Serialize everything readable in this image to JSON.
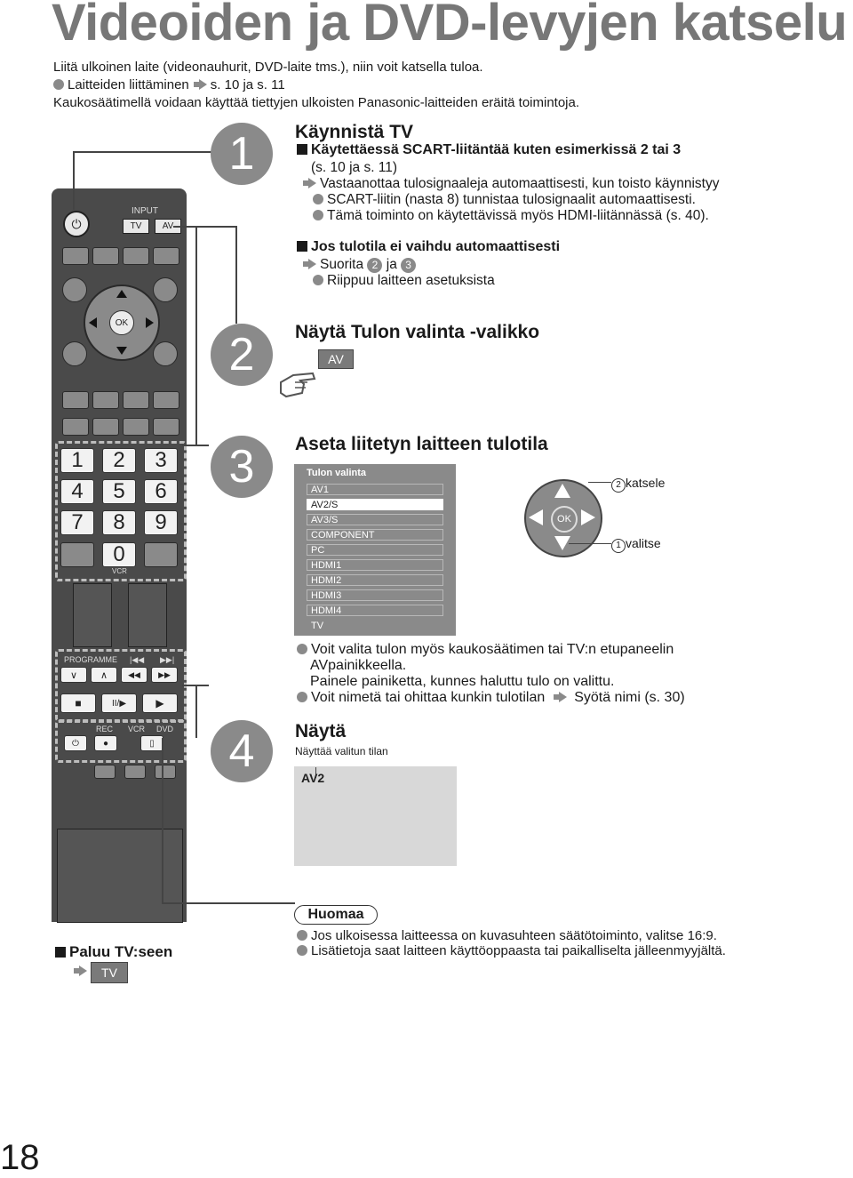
{
  "title": "Videoiden ja DVD-levyjen katselu",
  "intro": {
    "line1": "Liitä ulkoinen laite (videonauhurit, DVD-laite tms.), niin voit katsella tuloa.",
    "line2_prefix": "Laitteiden liittäminen",
    "line2_suffix": "s. 10 ja s. 11",
    "line3": "Kaukosäätimellä voidaan käyttää tiettyjen ulkoisten Panasonic-laitteiden eräitä toimintoja."
  },
  "steps": [
    {
      "number": "1",
      "heading": "Käynnistä TV",
      "sub1_line1": "Käytettäessä SCART-liitäntää kuten esimerkissä 2 tai 3",
      "sub1_line2": "(s. 10 ja s. 11)",
      "sub1_arrow_text": "Vastaanottaa tulosignaaleja automaattisesti, kun toisto käynnistyy",
      "sub1_bullet1": "SCART-liitin (nasta 8) tunnistaa tulosignaalit automaattisesti.",
      "sub1_bullet2": "Tämä toiminto on käytettävissä myös HDMI-liitännässä (s. 40).",
      "sub2_heading": "Jos tulotila ei vaihdu automaattisesti",
      "sub2_arrow_prefix": "Suorita",
      "sub2_circle_a": "2",
      "sub2_mid": "ja",
      "sub2_circle_b": "3",
      "sub2_bullet": "Riippuu laitteen asetuksista"
    },
    {
      "number": "2",
      "heading": "Näytä Tulon valinta -valikko",
      "key": "AV"
    },
    {
      "number": "3",
      "heading": "Aseta liitetyn laitteen tulotila",
      "watch_num": "2",
      "watch": "katsele",
      "select_num": "1",
      "select": "valitse",
      "note1_line1": "Voit valita tulon myös kaukosäätimen tai TV:n etupaneelin",
      "note1_line2": "AVpainikkeella.",
      "note1_line3": "Painele painiketta, kunnes haluttu tulo on valittu.",
      "note2_prefix": "Voit nimetä tai ohittaa kunkin tulotilan",
      "note2_suffix": "Syötä nimi (s. 30)"
    },
    {
      "number": "4",
      "heading": "Näytä",
      "caption": "Näyttää valitun tilan",
      "screen_label": "AV2"
    }
  ],
  "input_menu": {
    "title": "Tulon valinta",
    "items": [
      "AV1",
      "AV2/S",
      "AV3/S",
      "COMPONENT",
      "PC",
      "HDMI1",
      "HDMI2",
      "HDMI3",
      "HDMI4",
      "TV"
    ],
    "selected_index": 1
  },
  "remote": {
    "input_label": "INPUT",
    "tv": "TV",
    "av": "AV",
    "ok": "OK",
    "numbers": [
      "1",
      "2",
      "3",
      "4",
      "5",
      "6",
      "7",
      "8",
      "9"
    ],
    "zero": "0",
    "vcr_small": "VCR",
    "programme": "PROGRAMME",
    "rec": "REC",
    "vcr": "VCR",
    "dvd": "DVD",
    "skip_back": "|◀◀",
    "skip_fwd": "▶▶|",
    "ch_down": "∨",
    "ch_up": "∧",
    "rew": "◀◀",
    "ff": "▶▶",
    "stop": "■",
    "pause_play": "II/▶",
    "play": "▶"
  },
  "dpad_ok": "OK",
  "return_tv": {
    "heading": "Paluu TV:seen",
    "key": "TV"
  },
  "note_box": {
    "title": "Huomaa",
    "bullet1": "Jos ulkoisessa laitteessa on kuvasuhteen säätötoiminto, valitse 16:9.",
    "bullet2": "Lisätietoja saat laitteen käyttöoppaasta tai paikalliselta jälleenmyyjältä."
  },
  "page_number": "18"
}
